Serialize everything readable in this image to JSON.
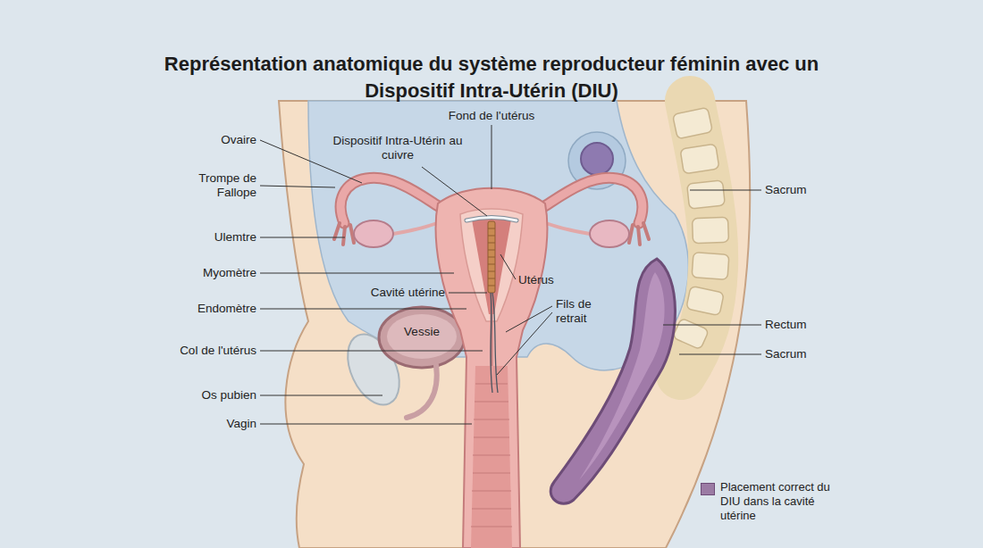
{
  "diagram": {
    "title": "Représentation anatomique du système reproducteur féminin avec un Dispositif Intra-Utérin (DIU)",
    "labels": [
      "Fond de l'utérus",
      "Dispositif Intra-Utérin au cuivre",
      "Ovaire",
      "Trompe de Fallope",
      "Ulemtre",
      "Sacrum",
      "Myomètre",
      "Utérus",
      "Cavité utérine",
      "Fils de retrait",
      "Endomètre",
      "Vessie",
      "Rectum",
      "Col de l'utérus",
      "Sacrum",
      "Os pubien",
      "Vagin"
    ],
    "legend": [
      {
        "text": "Placement correct du DIU dans la cavité utérine",
        "color": "#9b7ba4"
      }
    ]
  }
}
